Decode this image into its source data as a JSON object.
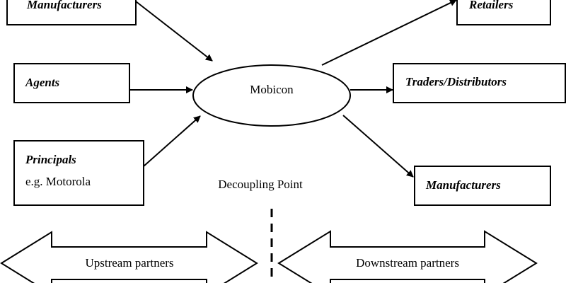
{
  "diagram": {
    "center": {
      "label": "Mobicon"
    },
    "inputs": [
      {
        "title": "Manufacturers"
      },
      {
        "title": "Agents"
      },
      {
        "title": "Principals",
        "subtitle": "e.g. Motorola"
      }
    ],
    "outputs": [
      {
        "title": "Retailers"
      },
      {
        "title": "Traders/Distributors"
      },
      {
        "title": "Manufacturers"
      }
    ],
    "decoupling_label": "Decoupling Point",
    "upstream_label": "Upstream partners",
    "downstream_label": "Downstream partners"
  }
}
